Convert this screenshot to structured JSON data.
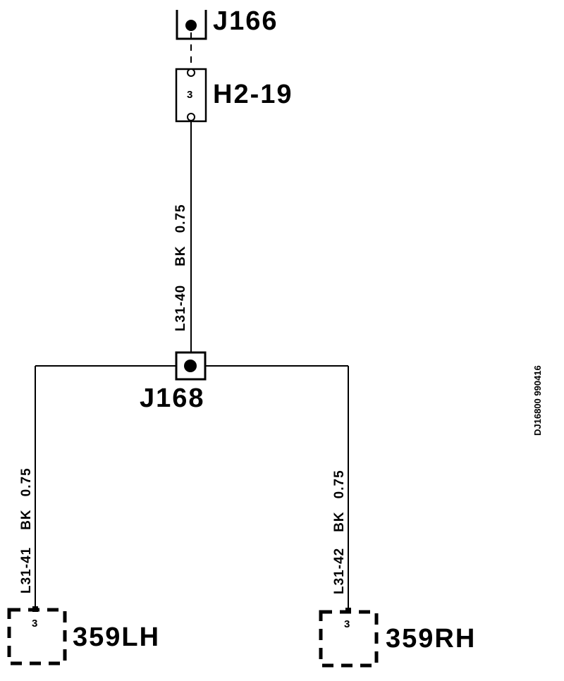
{
  "components": {
    "j166": {
      "label": "J166"
    },
    "h2_19": {
      "label": "H2-19",
      "pin": "3"
    },
    "j168": {
      "label": "J168"
    },
    "c359lh": {
      "label": "359LH",
      "pin": "3"
    },
    "c359rh": {
      "label": "359RH",
      "pin": "3"
    }
  },
  "wires": {
    "l31_40": {
      "id": "L31-40",
      "color": "BK",
      "size": "0.75"
    },
    "l31_41": {
      "id": "L31-41",
      "color": "BK",
      "size": "0.75"
    },
    "l31_42": {
      "id": "L31-42",
      "color": "BK",
      "size": "0.75"
    }
  },
  "reference_code": "DJ16800 990416"
}
